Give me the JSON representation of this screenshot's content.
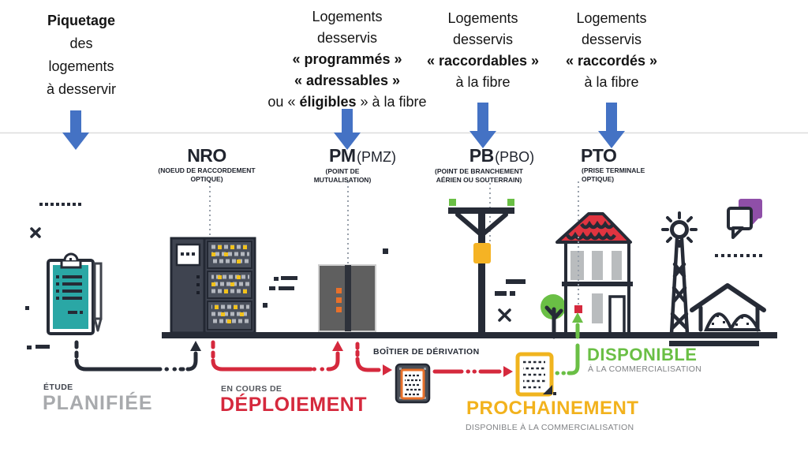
{
  "annotations": {
    "piquetage": {
      "line1": "Piquetage",
      "line2": "des",
      "line3": "logements",
      "line4": "à desservir"
    },
    "programmes": {
      "line1": "Logements",
      "line2": "desservis",
      "line3": "« programmés »",
      "line4": "« adressables »",
      "line5_pre": "ou « ",
      "line5_bold": "éligibles",
      "line5_post": " » à la fibre"
    },
    "raccordables": {
      "line1": "Logements",
      "line2": "desservis",
      "line3": "« raccordables »",
      "line4": "à la fibre"
    },
    "raccordes": {
      "line1": "Logements",
      "line2": "desservis",
      "line3": "« raccordés »",
      "line4": "à la fibre"
    }
  },
  "stages": {
    "nro": {
      "abbr": "NRO",
      "sub_line1": "(NOEUD DE RACCORDEMENT",
      "sub_line2": "OPTIQUE)"
    },
    "pm": {
      "abbr": "PM",
      "alias": "(PMZ)",
      "sub_line1": "(POINT DE",
      "sub_line2": "MUTUALISATION)"
    },
    "pb": {
      "abbr": "PB",
      "alias": "(PBO)",
      "sub_line1": "(POINT DE BRANCHEMENT",
      "sub_line2": "AÉRIEN OU SOUTERRAIN)"
    },
    "pto": {
      "abbr": "PTO",
      "sub_line1": "(PRISE TERMINALE",
      "sub_line2": "OPTIQUE)"
    }
  },
  "statuses": {
    "etude": {
      "prefix": "ÉTUDE",
      "label": "PLANIFIÉE"
    },
    "deploiement": {
      "prefix": "EN COURS DE",
      "label": "DÉPLOIEMENT"
    },
    "boitier_label": "BOÎTIER DE DÉRIVATION",
    "prochainement": {
      "label": "PROCHAINEMENT",
      "suffix": "DISPONIBLE À LA COMMERCIALISATION"
    },
    "disponible": {
      "label": "DISPONIBLE",
      "suffix": "À LA COMMERCIALISATION"
    }
  },
  "colors": {
    "arrow_blue": "#4472c4",
    "ink_dark": "#262b36",
    "teal": "#2aa7a5",
    "yellow": "#f2b21d",
    "orange": "#e8702a",
    "red": "#d5293d",
    "green": "#6abf45",
    "purple": "#8f4fa8",
    "gray_label": "#808285",
    "gray_planned": "#a8aaad"
  },
  "icons": {
    "clipboard": "clipboard-survey-icon",
    "server_rack": "nro-server-rack-icon",
    "cabinet": "pm-street-cabinet-icon",
    "pole": "pb-utility-pole-icon",
    "junction_box": "derivation-box-icon",
    "distribution_box": "pbo-distribution-box-icon",
    "house": "house-icon",
    "tree": "tree-icon",
    "turbine": "wind-turbine-icon",
    "speech": "speech-bubbles-icon",
    "barn": "barn-icon",
    "arrow": "blue-down-arrow-icon"
  }
}
